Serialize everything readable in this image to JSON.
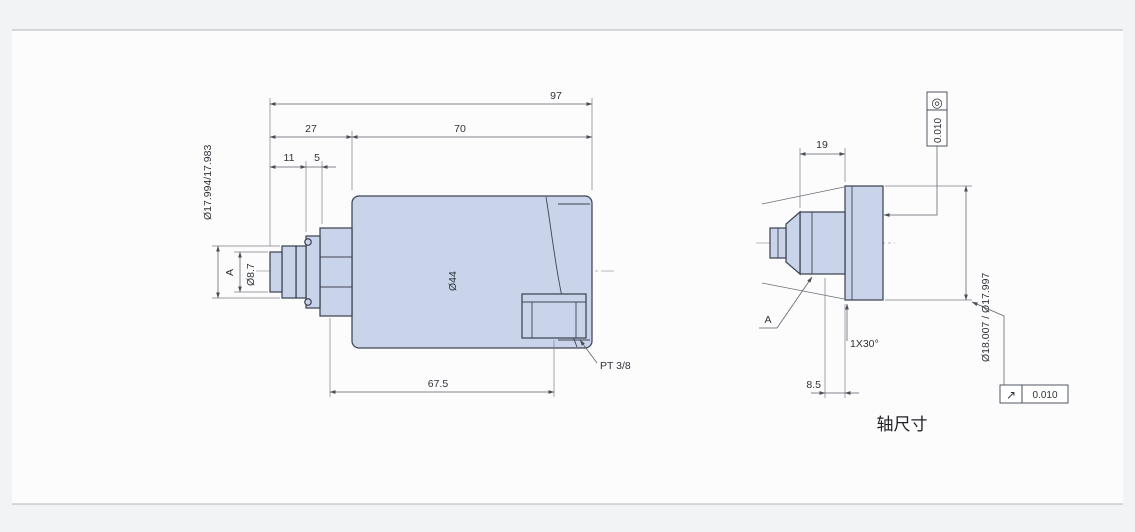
{
  "page": {
    "caption": "轴尺寸"
  },
  "colors": {
    "part_fill": "#c9d4ea",
    "part_line": "#3e4552",
    "dim_line": "#5a5f66",
    "background": "#f2f3f4",
    "paper": "#fcfcfd"
  },
  "left_view": {
    "dims": {
      "overall_length": "97",
      "front_length": "27",
      "body_length": "70",
      "tip_length": "11",
      "collar_length": "5",
      "pilot_diameter": "Ø17.994/17.983",
      "datum": "A",
      "bore_diameter": "Ø8.7",
      "body_diameter": "Ø44",
      "port_position": "67.5",
      "port_thread": "PT 3/8"
    }
  },
  "right_view": {
    "dims": {
      "journal_length": "19",
      "concentricity_tolerance": "0.010",
      "datum": "A",
      "chamfer": "1X30°",
      "step_length": "8.5",
      "journal_diameter": "Ø18.007 / Ø17.997",
      "runout_tolerance": "0.010"
    },
    "symbols": {
      "concentricity": "◎",
      "runout": "↗"
    }
  }
}
